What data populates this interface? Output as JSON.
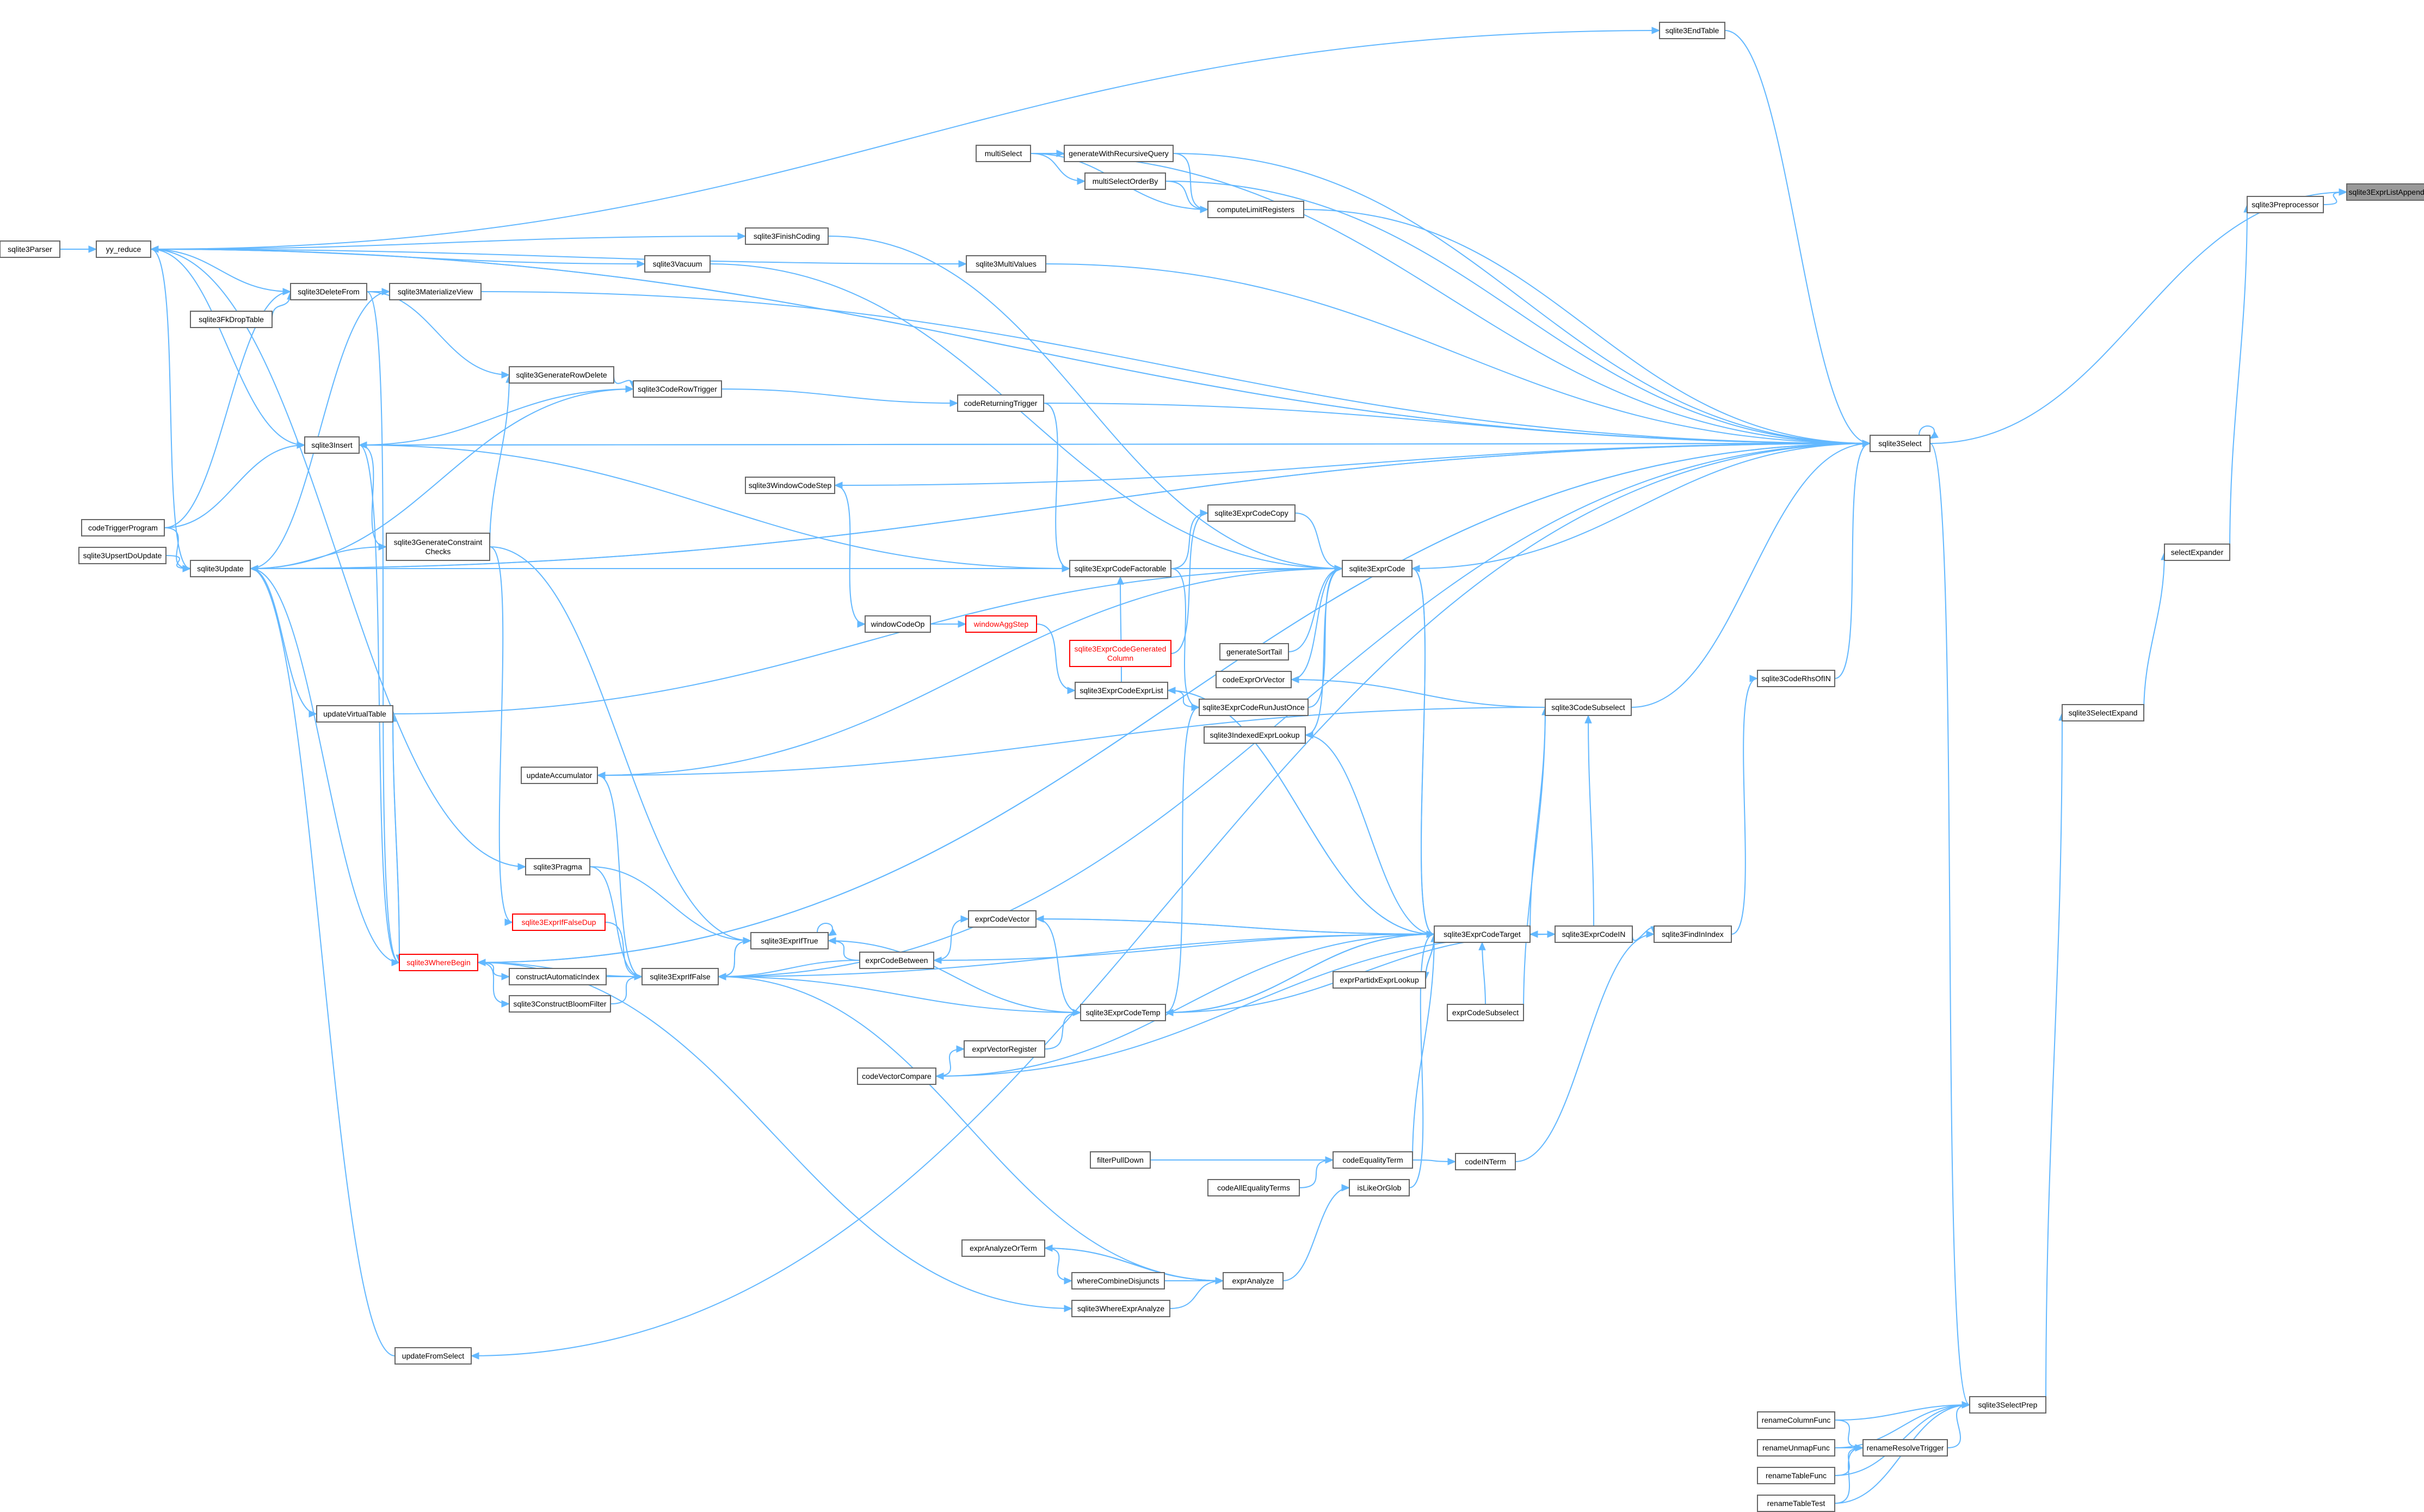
{
  "nodes": [
    {
      "id": "sqlite3ExprListAppend",
      "label": "sqlite3ExprListAppend",
      "root": true
    },
    {
      "id": "sqlite3Preprocessor",
      "label": "sqlite3Preprocessor"
    },
    {
      "id": "selectExpander",
      "label": "selectExpander"
    },
    {
      "id": "sqlite3SelectExpand",
      "label": "sqlite3SelectExpand"
    },
    {
      "id": "sqlite3SelectPrep",
      "label": "sqlite3SelectPrep"
    },
    {
      "id": "renameColumnFunc",
      "label": "renameColumnFunc"
    },
    {
      "id": "renameUnmapFunc",
      "label": "renameUnmapFunc"
    },
    {
      "id": "renameResolveTrigger",
      "label": "renameResolveTrigger"
    },
    {
      "id": "renameTableFunc",
      "label": "renameTableFunc"
    },
    {
      "id": "renameTableTest",
      "label": "renameTableTest"
    },
    {
      "id": "sqlite3Select",
      "label": "sqlite3Select"
    },
    {
      "id": "sqlite3CodeRhsOfIN",
      "label": "sqlite3CodeRhsOfIN"
    },
    {
      "id": "sqlite3FindInIndex",
      "label": "sqlite3FindInIndex"
    },
    {
      "id": "codeINTerm",
      "label": "codeINTerm"
    },
    {
      "id": "sqlite3EndTable",
      "label": "sqlite3EndTable"
    },
    {
      "id": "multiSelect",
      "label": "multiSelect"
    },
    {
      "id": "generateWithRecursiveQuery",
      "label": "generateWithRecursiveQuery"
    },
    {
      "id": "multiSelectOrderBy",
      "label": "multiSelectOrderBy"
    },
    {
      "id": "computeLimitRegisters",
      "label": "computeLimitRegisters"
    },
    {
      "id": "sqlite3Parser",
      "label": "sqlite3Parser"
    },
    {
      "id": "yy_reduce",
      "label": "yy_reduce"
    },
    {
      "id": "sqlite3FinishCoding",
      "label": "sqlite3FinishCoding"
    },
    {
      "id": "sqlite3MultiValues",
      "label": "sqlite3MultiValues"
    },
    {
      "id": "sqlite3Vacuum",
      "label": "sqlite3Vacuum"
    },
    {
      "id": "sqlite3DeleteFrom",
      "label": "sqlite3DeleteFrom"
    },
    {
      "id": "sqlite3MaterializeView",
      "label": "sqlite3MaterializeView"
    },
    {
      "id": "sqlite3FkDropTable",
      "label": "sqlite3FkDropTable"
    },
    {
      "id": "sqlite3GenerateRowDelete",
      "label": "sqlite3GenerateRowDelete"
    },
    {
      "id": "sqlite3CodeRowTrigger",
      "label": "sqlite3CodeRowTrigger"
    },
    {
      "id": "codeReturningTrigger",
      "label": "codeReturningTrigger"
    },
    {
      "id": "sqlite3Insert",
      "label": "sqlite3Insert"
    },
    {
      "id": "codeTriggerProgram",
      "label": "codeTriggerProgram"
    },
    {
      "id": "sqlite3UpsertDoUpdate",
      "label": "sqlite3UpsertDoUpdate"
    },
    {
      "id": "sqlite3Update",
      "label": "sqlite3Update"
    },
    {
      "id": "sqlite3GenerateConstraintChecks",
      "label": "sqlite3GenerateConstraint\nChecks"
    },
    {
      "id": "sqlite3WindowCodeStep",
      "label": "sqlite3WindowCodeStep"
    },
    {
      "id": "sqlite3ExprCodeCopy",
      "label": "sqlite3ExprCodeCopy"
    },
    {
      "id": "sqlite3ExprCodeFactorable",
      "label": "sqlite3ExprCodeFactorable"
    },
    {
      "id": "sqlite3ExprCode",
      "label": "sqlite3ExprCode"
    },
    {
      "id": "windowCodeOp",
      "label": "windowCodeOp"
    },
    {
      "id": "windowAggStep",
      "label": "windowAggStep",
      "trunc": true
    },
    {
      "id": "generateSortTail",
      "label": "generateSortTail"
    },
    {
      "id": "sqlite3ExprCodeGeneratedColumn",
      "label": "sqlite3ExprCodeGenerated\nColumn",
      "trunc": true
    },
    {
      "id": "codeExprOrVector",
      "label": "codeExprOrVector"
    },
    {
      "id": "updateVirtualTable",
      "label": "updateVirtualTable"
    },
    {
      "id": "sqlite3ExprCodeExprList",
      "label": "sqlite3ExprCodeExprList"
    },
    {
      "id": "sqlite3ExprCodeRunJustOnce",
      "label": "sqlite3ExprCodeRunJustOnce"
    },
    {
      "id": "sqlite3CodeSubselect",
      "label": "sqlite3CodeSubselect"
    },
    {
      "id": "sqlite3IndexedExprLookup",
      "label": "sqlite3IndexedExprLookup"
    },
    {
      "id": "updateAccumulator",
      "label": "updateAccumulator"
    },
    {
      "id": "sqlite3Pragma",
      "label": "sqlite3Pragma"
    },
    {
      "id": "exprCodeVector",
      "label": "exprCodeVector"
    },
    {
      "id": "sqlite3ExprIfFalseDup",
      "label": "sqlite3ExprIfFalseDup",
      "trunc": true
    },
    {
      "id": "sqlite3ExprIfTrue",
      "label": "sqlite3ExprIfTrue"
    },
    {
      "id": "exprCodeBetween",
      "label": "exprCodeBetween"
    },
    {
      "id": "sqlite3ExprCodeTarget",
      "label": "sqlite3ExprCodeTarget"
    },
    {
      "id": "sqlite3ExprCodeIN",
      "label": "sqlite3ExprCodeIN"
    },
    {
      "id": "sqlite3WhereBegin",
      "label": "sqlite3WhereBegin",
      "trunc": true
    },
    {
      "id": "constructAutomaticIndex",
      "label": "constructAutomaticIndex"
    },
    {
      "id": "sqlite3ExprIfFalse",
      "label": "sqlite3ExprIfFalse"
    },
    {
      "id": "exprPartidxExprLookup",
      "label": "exprPartidxExprLookup"
    },
    {
      "id": "sqlite3ConstructBloomFilter",
      "label": "sqlite3ConstructBloomFilter"
    },
    {
      "id": "sqlite3ExprCodeTemp",
      "label": "sqlite3ExprCodeTemp"
    },
    {
      "id": "exprCodeSubselect",
      "label": "exprCodeSubselect"
    },
    {
      "id": "exprVectorRegister",
      "label": "exprVectorRegister"
    },
    {
      "id": "codeVectorCompare",
      "label": "codeVectorCompare"
    },
    {
      "id": "filterPullDown",
      "label": "filterPullDown"
    },
    {
      "id": "codeEqualityTerm",
      "label": "codeEqualityTerm"
    },
    {
      "id": "codeAllEqualityTerms",
      "label": "codeAllEqualityTerms"
    },
    {
      "id": "isLikeOrGlob",
      "label": "isLikeOrGlob"
    },
    {
      "id": "exprAnalyzeOrTerm",
      "label": "exprAnalyzeOrTerm"
    },
    {
      "id": "whereCombineDisjuncts",
      "label": "whereCombineDisjuncts"
    },
    {
      "id": "exprAnalyze",
      "label": "exprAnalyze"
    },
    {
      "id": "sqlite3WhereExprAnalyze",
      "label": "sqlite3WhereExprAnalyze"
    },
    {
      "id": "updateFromSelect",
      "label": "updateFromSelect"
    }
  ]
}
